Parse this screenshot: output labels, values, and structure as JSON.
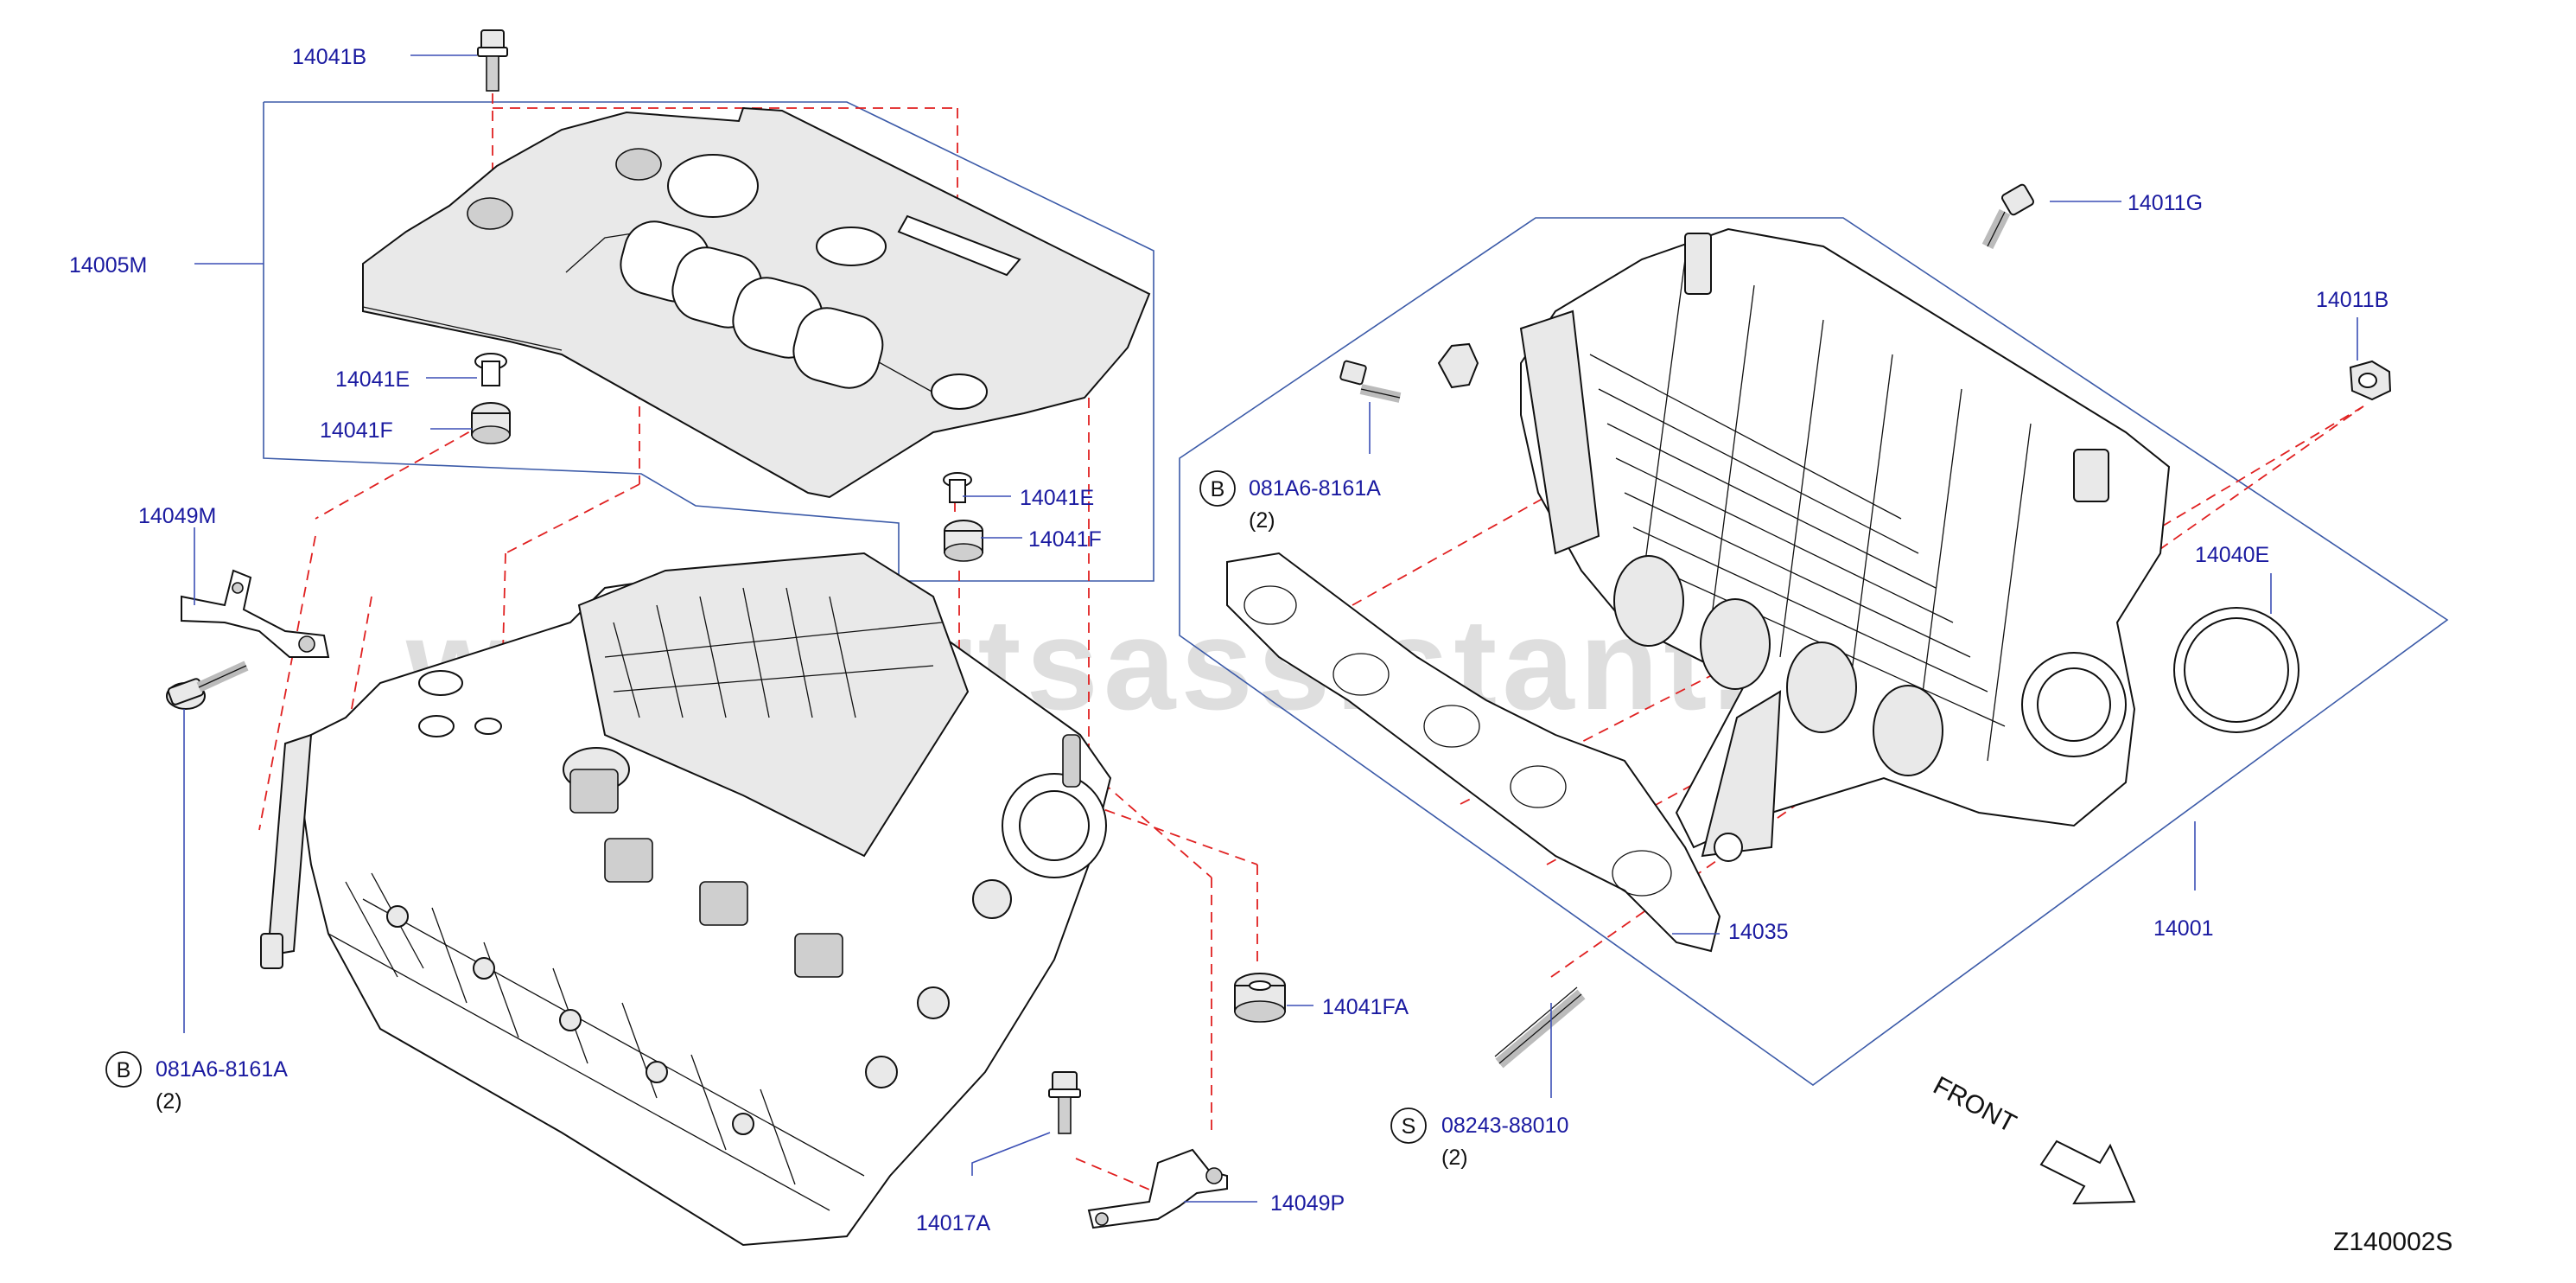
{
  "diagram": {
    "drawing_code": "Z140002S",
    "watermark": "www.partsassistant.com",
    "front_label": "FRONT",
    "callouts": {
      "p14041B": "14041B",
      "p14005M": "14005M",
      "p14041E_top": "14041E",
      "p14041F_top": "14041F",
      "p14041E_mid": "14041E",
      "p14041F_mid": "14041F",
      "p14049M": "14049M",
      "p14011G": "14011G",
      "p14011B": "14011B",
      "p14040E": "14040E",
      "p14001": "14001",
      "p14035": "14035",
      "p14041FA": "14041FA",
      "p14049P": "14049P",
      "p14017A": "14017A"
    },
    "ref_bolts": [
      {
        "letter": "B",
        "part": "081A6-8161A",
        "qty": "(2)"
      },
      {
        "letter": "B",
        "part": "081A6-8161A",
        "qty": "(2)"
      },
      {
        "letter": "S",
        "part": "08243-88010",
        "qty": "(2)"
      }
    ]
  }
}
